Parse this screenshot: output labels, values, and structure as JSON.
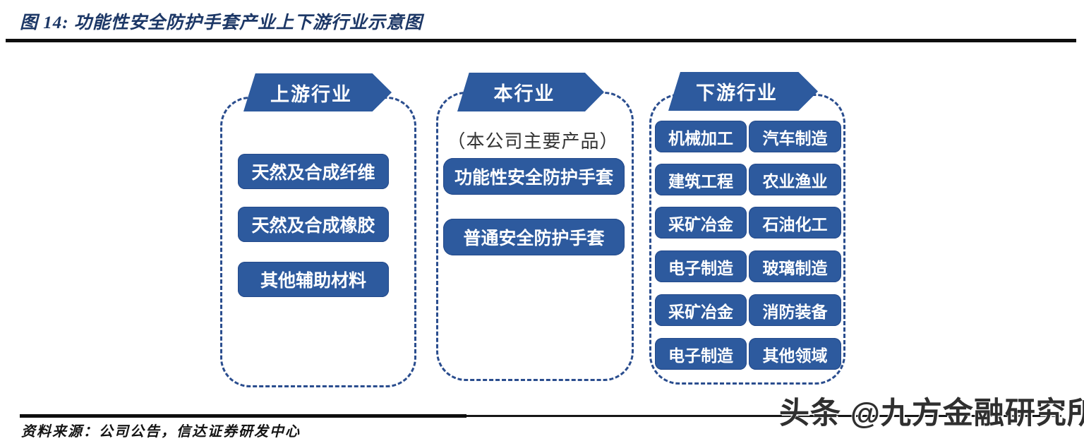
{
  "figure": {
    "title": "图 14:  功能性安全防护手套产业上下游行业示意图",
    "source": "资料来源：公司公告，信达证券研发中心",
    "watermark": "头条 @九方金融研究所"
  },
  "diagram": {
    "upstream": {
      "header": "上游行业",
      "items": [
        "天然及合成纤维",
        "天然及合成橡胶",
        "其他辅助材料"
      ]
    },
    "industry": {
      "header": "本行业",
      "note": "（本公司主要产品）",
      "items": [
        "功能性安全防护手套",
        "普通安全防护手套"
      ]
    },
    "downstream": {
      "header": "下游行业",
      "rows": [
        [
          "机械加工",
          "汽车制造"
        ],
        [
          "建筑工程",
          "农业渔业"
        ],
        [
          "采矿冶金",
          "石油化工"
        ],
        [
          "电子制造",
          "玻璃制造"
        ],
        [
          "采矿冶金",
          "消防装备"
        ],
        [
          "电子制造",
          "其他领域"
        ]
      ]
    },
    "colors": {
      "box_blue": "#2d5a9e",
      "dash_blue": "#2a4d8e",
      "title_navy": "#1c3766"
    }
  }
}
